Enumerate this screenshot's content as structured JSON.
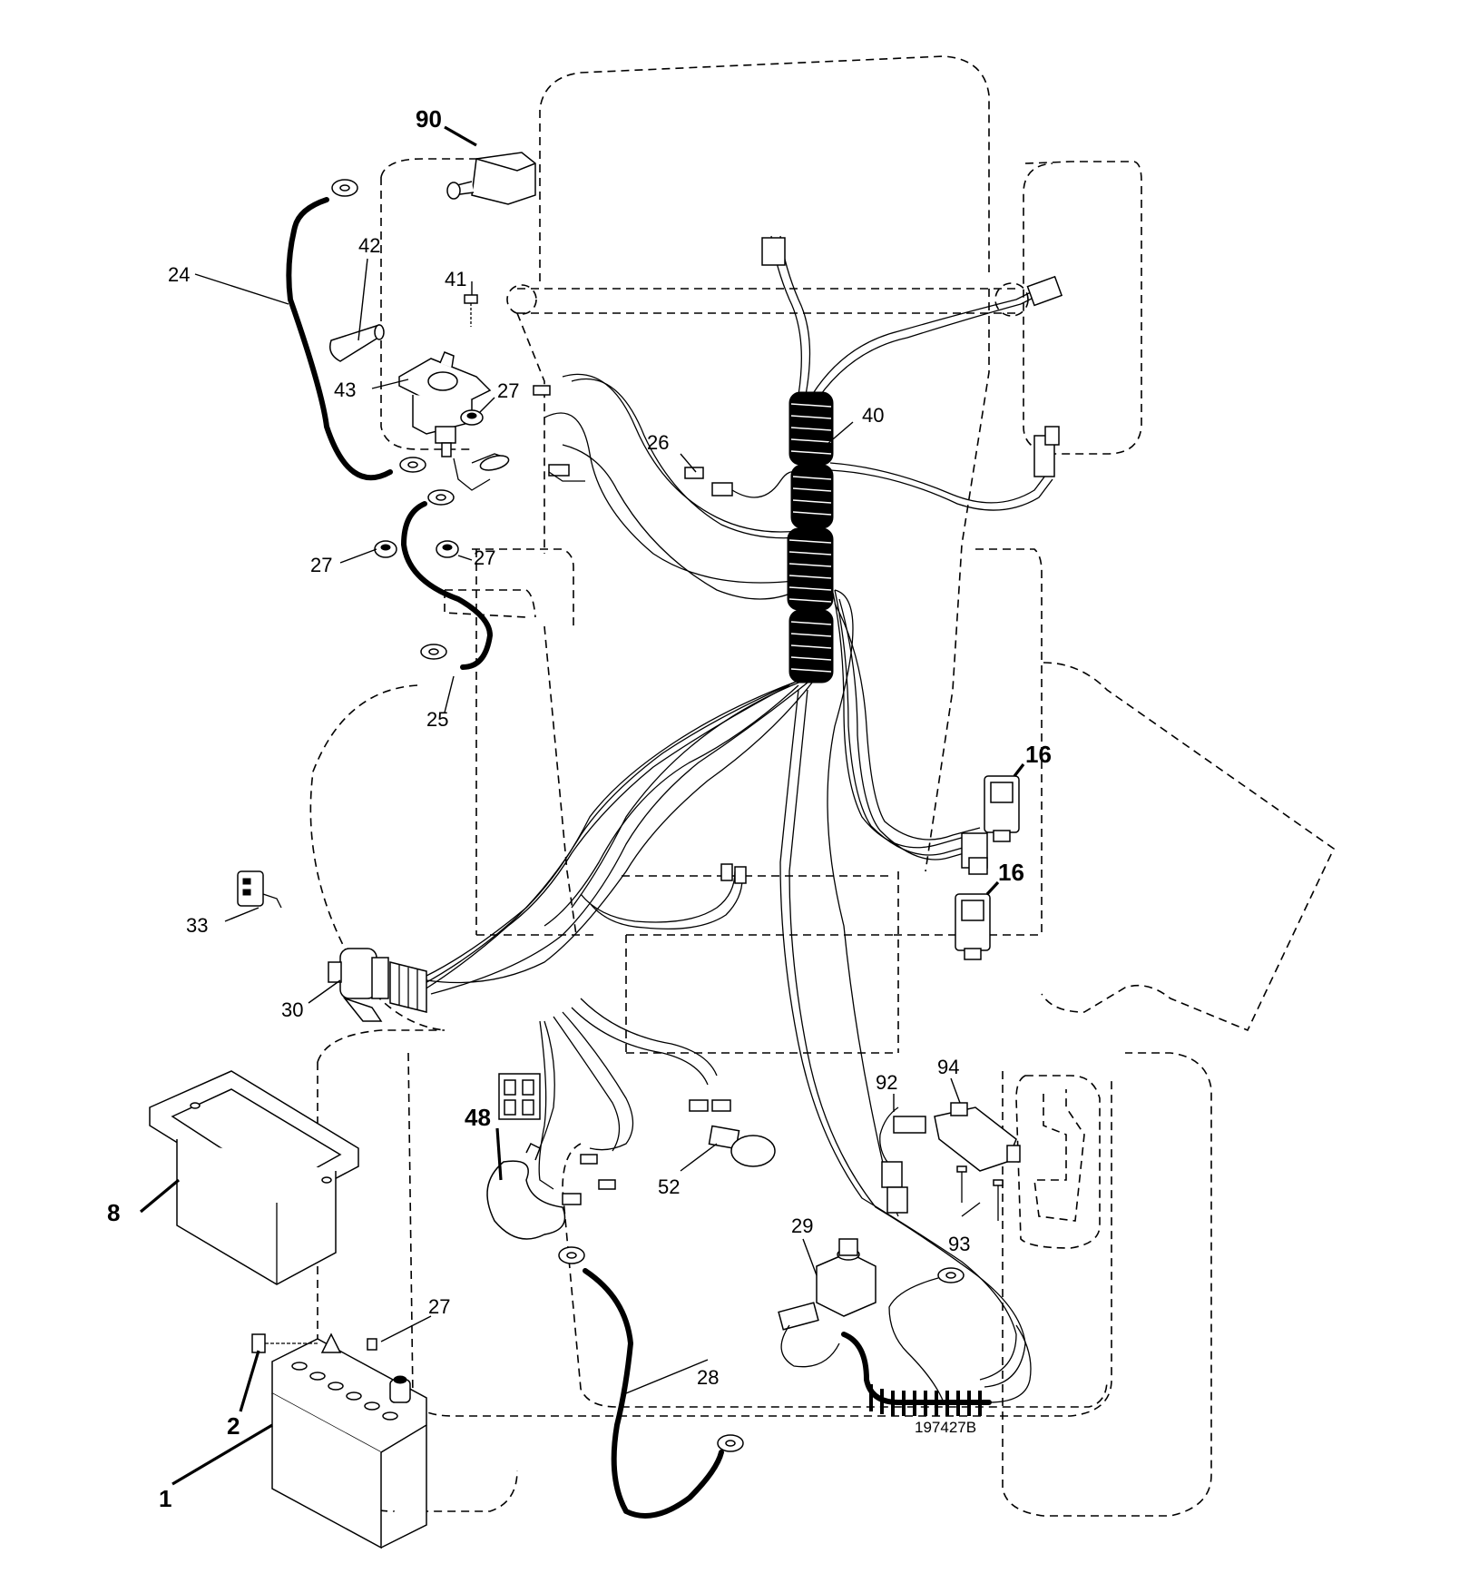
{
  "callouts": {
    "c1": "1",
    "c2": "2",
    "c8": "8",
    "c16a": "16",
    "c16b": "16",
    "c24": "24",
    "c25": "25",
    "c26": "26",
    "c27a": "27",
    "c27b": "27",
    "c27c": "27",
    "c27d": "27",
    "c28": "28",
    "c29": "29",
    "c30": "30",
    "c33": "33",
    "c40": "40",
    "c41": "41",
    "c42": "42",
    "c43": "43",
    "c48": "48",
    "c52": "52",
    "c90": "90",
    "c92": "92",
    "c93": "93",
    "c94": "94"
  },
  "drawing_number": "197427B",
  "icons": {
    "battery": "battery-icon",
    "battery_box": "battery-box-icon",
    "solenoid": "starter-solenoid-icon",
    "ignition_switch": "ignition-switch-icon",
    "key": "ignition-key-icon",
    "wire_harness": "wire-harness-icon",
    "interlock_switch": "interlock-switch-icon",
    "seat_switch": "seat-switch-icon",
    "fuse": "fuse-icon",
    "light_bulb": "light-bulb-icon",
    "terminal_boot": "terminal-boot-icon"
  }
}
